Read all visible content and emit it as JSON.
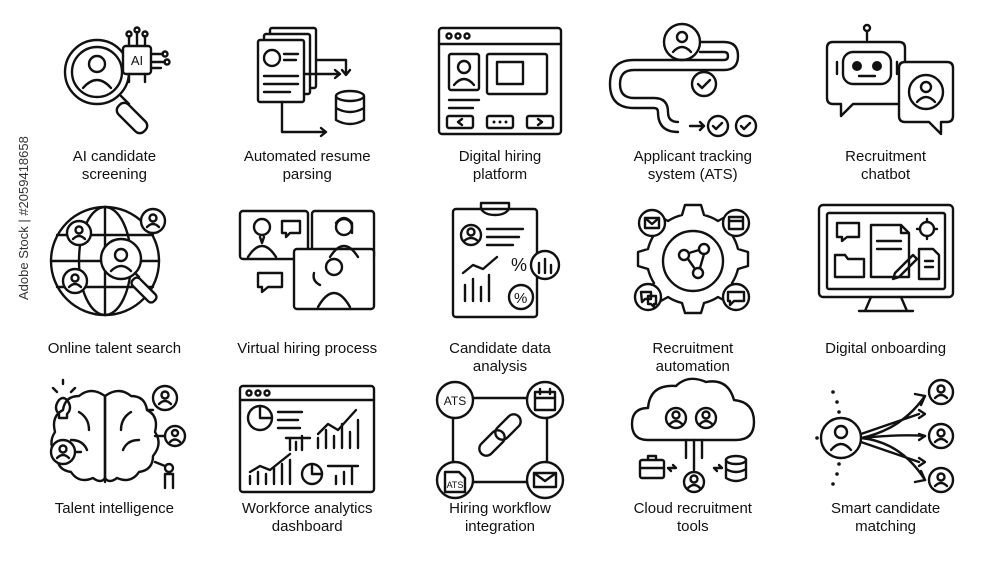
{
  "watermark": "Adobe Stock | #2059418658",
  "icons": [
    {
      "line1": "AI candidate",
      "line2": "screening",
      "ai_text": "AI",
      "icon": "ai-magnifier-icon"
    },
    {
      "line1": "Automated resume",
      "line2": "parsing",
      "icon": "resume-database-icon"
    },
    {
      "line1": "Digital hiring",
      "line2": "platform",
      "icon": "browser-profile-icon"
    },
    {
      "line1": "Applicant tracking",
      "line2": "system (ATS)",
      "icon": "tracking-path-icon"
    },
    {
      "line1": "Recruitment",
      "line2": "chatbot",
      "icon": "robot-chat-icon"
    },
    {
      "line1": "Online talent search",
      "line2": "",
      "icon": "globe-search-icon"
    },
    {
      "line1": "Virtual hiring process",
      "line2": "",
      "icon": "video-call-icon"
    },
    {
      "line1": "Candidate data",
      "line2": "analysis",
      "percent": "%",
      "icon": "clipboard-analysis-icon"
    },
    {
      "line1": "Recruitment",
      "line2": "automation",
      "icon": "gear-network-icon"
    },
    {
      "line1": "Digital onboarding",
      "line2": "",
      "icon": "monitor-docs-icon"
    },
    {
      "line1": "Talent intelligence",
      "line2": "",
      "icon": "brain-network-icon"
    },
    {
      "line1": "Workforce analytics",
      "line2": "dashboard",
      "icon": "analytics-dashboard-icon"
    },
    {
      "line1": "Hiring workflow",
      "line2": "integration",
      "ats_text": "ATS",
      "icon": "workflow-link-icon"
    },
    {
      "line1": "Cloud recruitment",
      "line2": "tools",
      "icon": "cloud-tools-icon"
    },
    {
      "line1": "Smart candidate",
      "line2": "matching",
      "icon": "candidate-match-icon"
    }
  ]
}
